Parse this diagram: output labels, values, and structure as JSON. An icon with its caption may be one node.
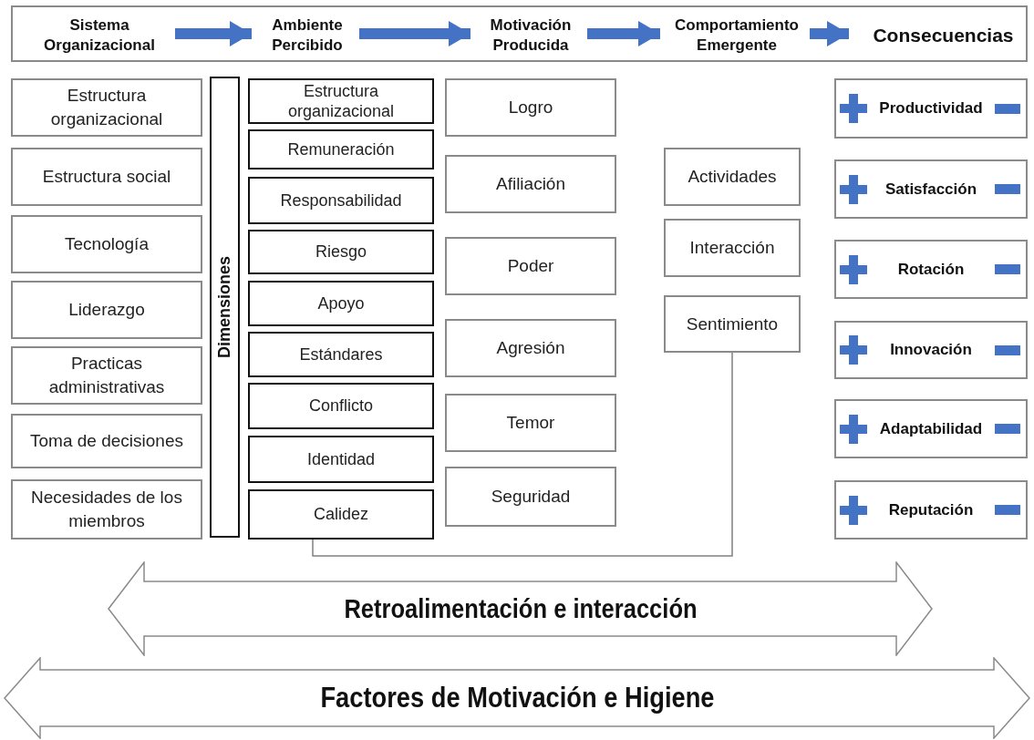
{
  "diagram": {
    "nodes": [
      {
        "text": [],
        "shape": "box"
      },
      {
        "text": [
          "Sistema Organizacional"
        ],
        "in": 0
      },
      {
        "text": [
          "Ambiente Percibido"
        ],
        "in": 0
      },
      {
        "text": [
          "Motivación Producida"
        ],
        "in": 0
      },
      {
        "text": [
          "Comportamiento Emergente"
        ],
        "in": 0
      },
      {
        "text": [
          "Consecuencias"
        ],
        "in": 0
      },
      {
        "text": [
          "Estructura organizacional"
        ]
      },
      {
        "text": [
          "Estructura social"
        ]
      },
      {
        "text": [
          "Tecnología"
        ]
      },
      {
        "text": [
          "Liderazgo"
        ]
      },
      {
        "text": [
          "Practicas administrativas"
        ]
      },
      {
        "text": [
          "Toma de decisiones"
        ]
      },
      {
        "text": [
          "Necesidades de los miembros"
        ]
      },
      {
        "text": [
          "Dimensiones"
        ]
      },
      {
        "text": [
          "Estructura organizacional"
        ]
      },
      {
        "text": [
          "Remuneración"
        ]
      },
      {
        "text": [
          "Responsabilidad"
        ]
      },
      {
        "text": [
          "Riesgo"
        ]
      },
      {
        "text": [
          "Apoyo"
        ]
      },
      {
        "text": [
          "Estándares"
        ]
      },
      {
        "text": [
          "Conflicto"
        ]
      },
      {
        "text": [
          "Identidad"
        ]
      },
      {
        "text": [
          "Calidez"
        ]
      },
      {
        "text": [
          "Logro"
        ]
      },
      {
        "text": [
          "Afiliación"
        ]
      },
      {
        "text": [
          "Poder"
        ]
      },
      {
        "text": [
          "Agresión"
        ]
      },
      {
        "text": [
          "Temor"
        ]
      },
      {
        "text": [
          "Seguridad"
        ]
      },
      {
        "text": [
          "Actividades"
        ]
      },
      {
        "text": [
          "Interacción"
        ]
      },
      {
        "text": [
          "Sentimiento"
        ]
      },
      {
        "text": [
          "Productividad"
        ]
      },
      {
        "text": [
          "Satisfacción"
        ]
      },
      {
        "text": [
          "Rotación"
        ]
      },
      {
        "text": [
          "Innovación"
        ]
      },
      {
        "text": [
          "Adaptabilidad"
        ]
      },
      {
        "text": [
          "Reputación"
        ]
      },
      {
        "text": [
          "Retroalimentación e interacción"
        ]
      },
      {
        "text": [
          "Factores de Motivación e Higiene"
        ]
      }
    ],
    "edges": [
      {
        "from": 1,
        "to": 2,
        "arrow": "to"
      },
      {
        "from": 2,
        "to": 3,
        "arrow": "to"
      },
      {
        "from": 3,
        "to": 4,
        "arrow": "to"
      },
      {
        "from": 4,
        "to": 5,
        "arrow": "to"
      },
      {
        "from": 22,
        "to": 31,
        "arrow": "none",
        "color": "#808080"
      }
    ]
  }
}
